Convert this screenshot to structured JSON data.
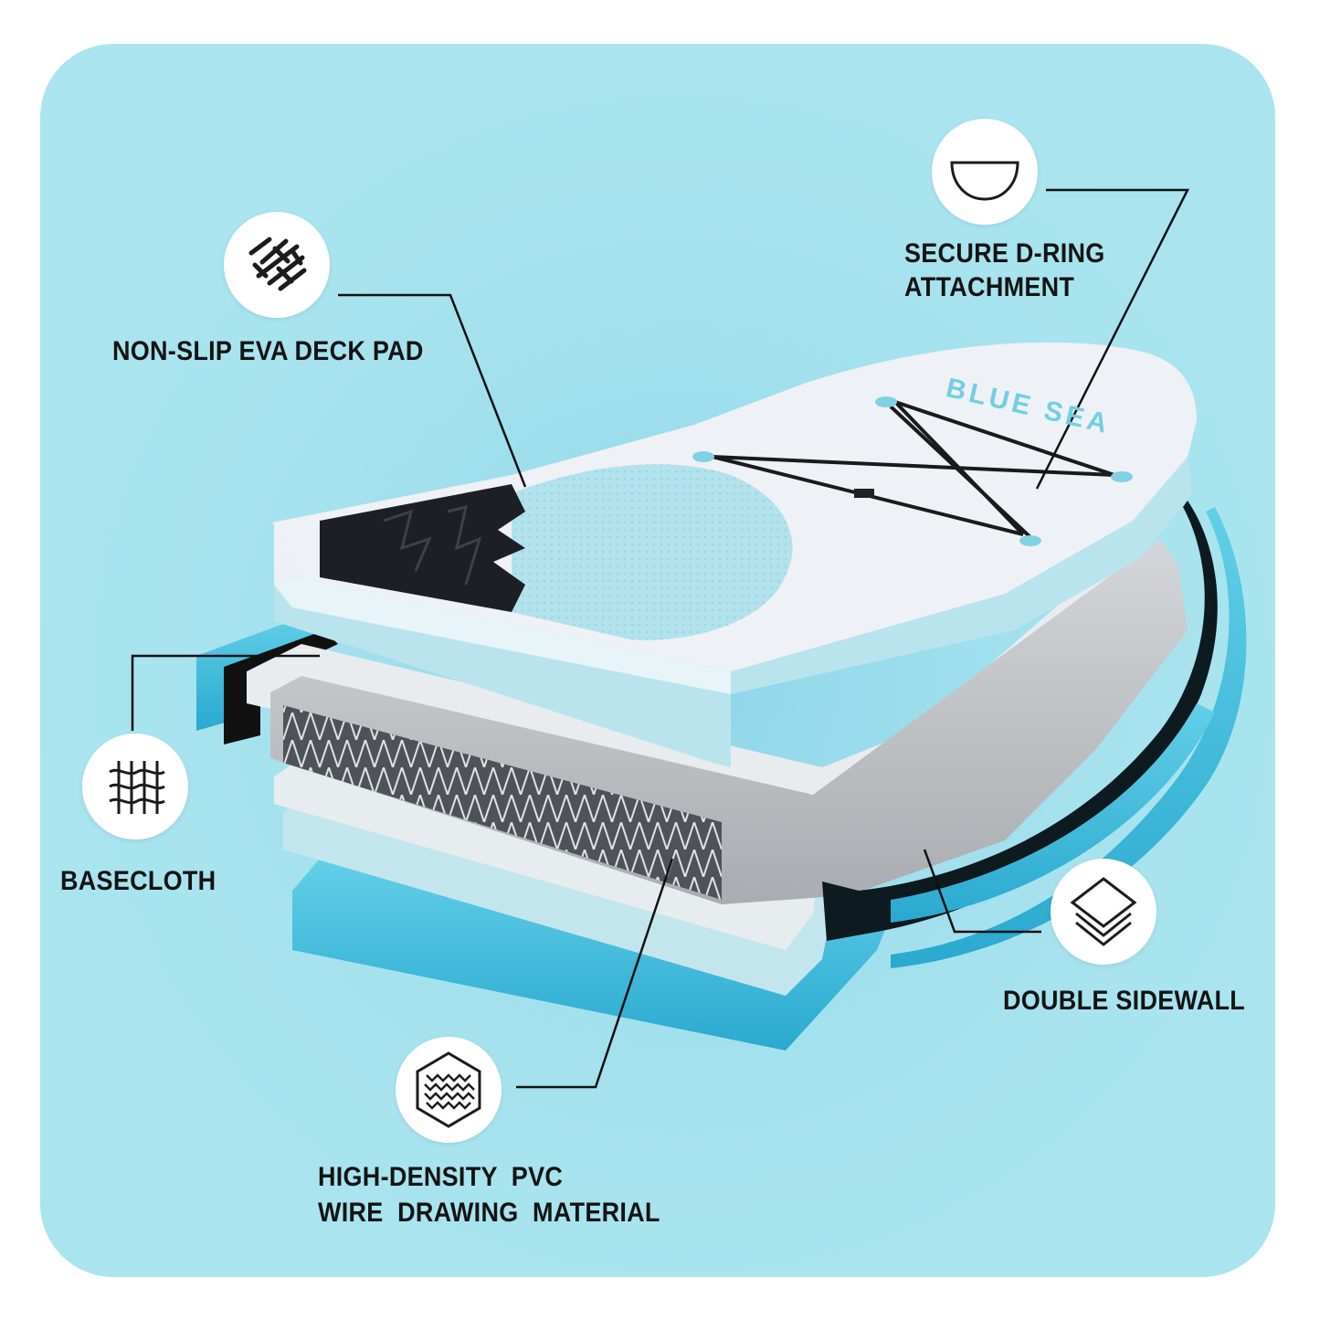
{
  "image": {
    "brand_text": "BLUE SEA",
    "callouts": [
      {
        "id": "deck-pad",
        "label": "NON-SLIP EVA DECK PAD",
        "icon": "mesh-texture-icon"
      },
      {
        "id": "d-ring",
        "label_lines": [
          "SECURE D-RING",
          "ATTACHMENT"
        ],
        "icon": "d-ring-icon"
      },
      {
        "id": "basecloth",
        "label": "BASECLOTH",
        "icon": "woven-fabric-icon"
      },
      {
        "id": "sidewall",
        "label": "DOUBLE SIDEWALL",
        "icon": "stacked-layers-icon"
      },
      {
        "id": "pvc",
        "label_lines": [
          "HIGH-DENSITY  PVC",
          "WIRE  DRAWING  MATERIAL"
        ],
        "icon": "hexagon-wave-icon"
      }
    ],
    "colors": {
      "background": "#a8e3ee",
      "accent": "#3fbfe0",
      "text": "#141414"
    }
  }
}
